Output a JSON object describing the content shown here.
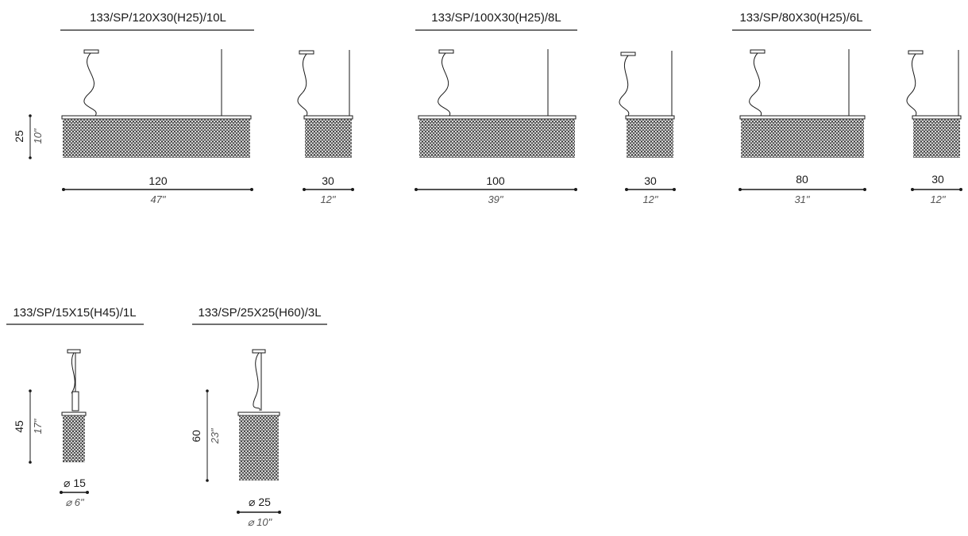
{
  "products": [
    {
      "id": "p1",
      "title": "133/SP/120X30(H25)/10L",
      "height_cm": "25",
      "height_in": "10\"",
      "length_cm": "120",
      "length_in": "47\"",
      "side_cm": "30",
      "side_in": "12\""
    },
    {
      "id": "p2",
      "title": "133/SP/100X30(H25)/8L",
      "length_cm": "100",
      "length_in": "39\"",
      "side_cm": "30",
      "side_in": "12\""
    },
    {
      "id": "p3",
      "title": "133/SP/80X30(H25)/6L",
      "length_cm": "80",
      "length_in": "31\"",
      "side_cm": "30",
      "side_in": "12\""
    },
    {
      "id": "p4",
      "title": "133/SP/15X15(H45)/1L",
      "height_cm": "45",
      "height_in": "17\"",
      "diameter_cm": "⌀ 15",
      "diameter_in": "⌀ 6\""
    },
    {
      "id": "p5",
      "title": "133/SP/25X25(H60)/3L",
      "height_cm": "60",
      "height_in": "23\"",
      "diameter_cm": "⌀ 25",
      "diameter_in": "⌀ 10\""
    }
  ],
  "colors": {
    "ink": "#1a1a1a",
    "crystal": "#2b2b2b",
    "muted": "#555555"
  }
}
